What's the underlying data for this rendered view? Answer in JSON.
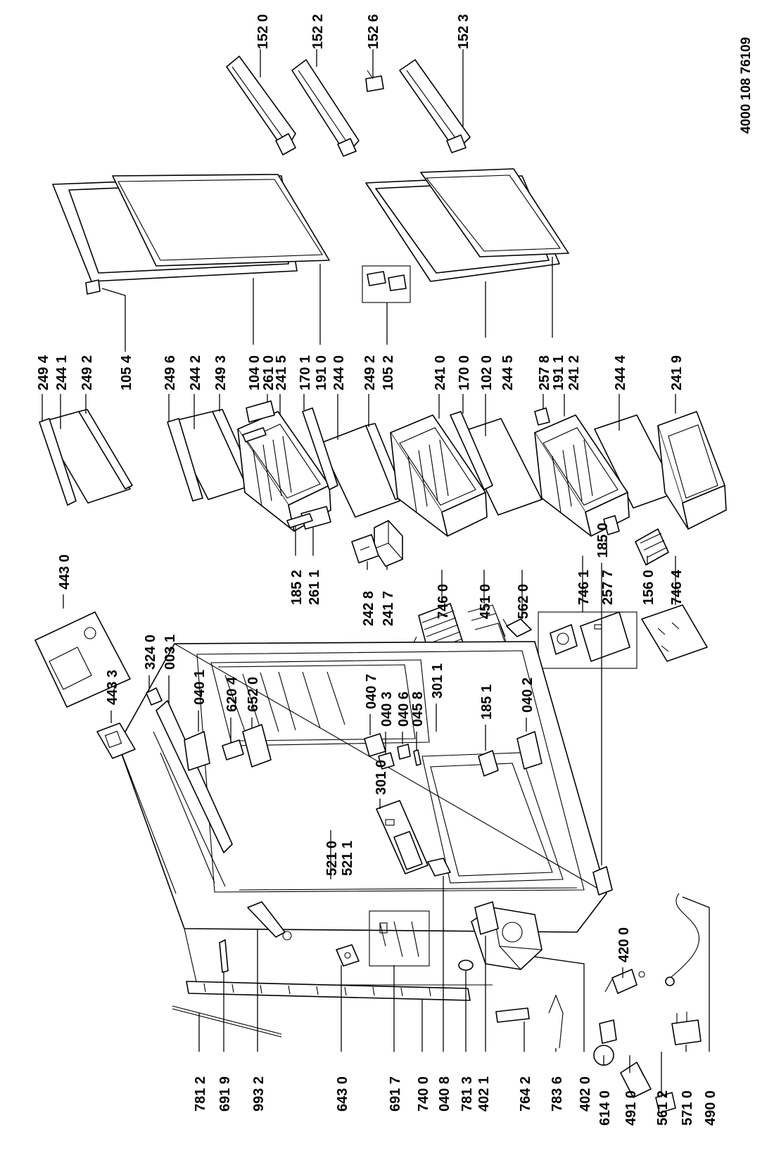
{
  "document_number": "4000 108 76109",
  "labels": {
    "l1520": "152 0",
    "l1522": "152 2",
    "l1526": "152 6",
    "l1523": "152 3",
    "l2494": "249 4",
    "l2441": "244 1",
    "l2492a": "249 2",
    "l1054": "105 4",
    "l2496": "249 6",
    "l2442": "244 2",
    "l2493": "249 3",
    "l1040": "104 0",
    "l2610": "261 0",
    "l2415": "241 5",
    "l1701": "170 1",
    "l1910": "191 0",
    "l2440": "244 0",
    "l2492b": "249 2",
    "l1052": "105 2",
    "l2410": "241 0",
    "l1700": "170 0",
    "l1020": "102 0",
    "l2445": "244 5",
    "l2578": "257 8",
    "l1911": "191 1",
    "l2412": "241 2",
    "l2444": "244 4",
    "l2419": "241 9",
    "l1852": "185 2",
    "l2611": "261 1",
    "l2428": "242 8",
    "l2417": "241 7",
    "l7460": "746 0",
    "l4510": "451 0",
    "l5620": "562 0",
    "l7461": "746 1",
    "l2577": "257 7",
    "l1560": "156 0",
    "l7464": "746 4",
    "l4430": "443 0",
    "l4433": "443 3",
    "l3240": "324 0",
    "l0031": "003 1",
    "l0401": "040 1",
    "l6204": "620 4",
    "l6520": "652 0",
    "l0407": "040 7",
    "l0403": "040 3",
    "l0406": "040 6",
    "l0458": "045 8",
    "l3011": "301 1",
    "l1851": "185 1",
    "l0402": "040 2",
    "l1850": "185 0",
    "l3010": "301 0",
    "l5210": "521 0",
    "l5211": "521 1",
    "l4200": "420 0",
    "l7812a": "781 2",
    "l6919": "691 9",
    "l9932": "993 2",
    "l6430": "643 0",
    "l6917": "691 7",
    "l7400": "740 0",
    "l0408": "040 8",
    "l7813": "781 3",
    "l4021": "402 1",
    "l7642": "764 2",
    "l7836": "783 6",
    "l4020": "402 0",
    "l6140": "614 0",
    "l4910": "491 0",
    "l5612": "561 2",
    "l5710": "571 0",
    "l4900": "490 0"
  }
}
